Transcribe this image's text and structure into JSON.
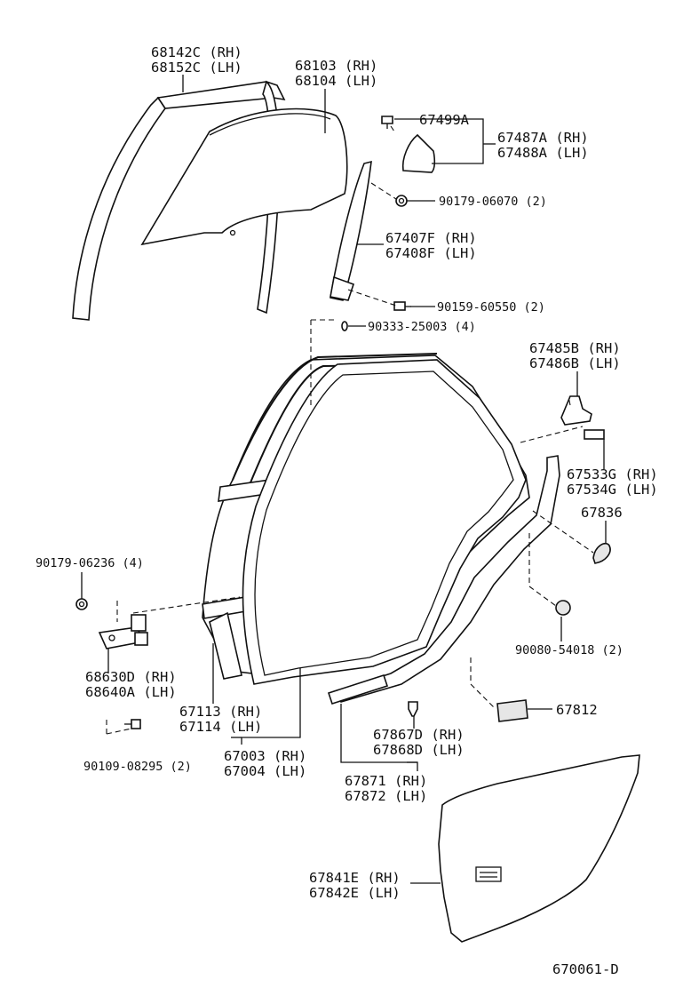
{
  "diagram_id": "670061-D",
  "labels": {
    "l68142c": "68142C (RH)",
    "l68152c": "68152C (LH)",
    "l68103": "68103 (RH)",
    "l68104": "68104 (LH)",
    "l67499a": "67499A",
    "l67487a": "67487A (RH)",
    "l67488a": "67488A (LH)",
    "l9017906070": "90179-06070 (2)",
    "l67407f": "67407F (RH)",
    "l67408f": "67408F (LH)",
    "l9015960550": "90159-60550 (2)",
    "l9033325003": "90333-25003 (4)",
    "l67485b": "67485B (RH)",
    "l67486b": "67486B (LH)",
    "l67533g": "67533G (RH)",
    "l67534g": "67534G (LH)",
    "l67836": "67836",
    "l9017906236": "90179-06236 (4)",
    "l68630d": "68630D (RH)",
    "l68640a": "68640A (LH)",
    "l9008054018": "90080-54018 (2)",
    "l67113": "67113 (RH)",
    "l67114": "67114 (LH)",
    "l67812": "67812",
    "l67003": "67003 (RH)",
    "l67004": "67004 (LH)",
    "l67867d": "67867D (RH)",
    "l67868d": "67868D (LH)",
    "l9010908295": "90109-08295 (2)",
    "l67871": "67871 (RH)",
    "l67872": "67872 (LH)",
    "l67841e": "67841E (RH)",
    "l67842e": "67842E (LH)"
  }
}
